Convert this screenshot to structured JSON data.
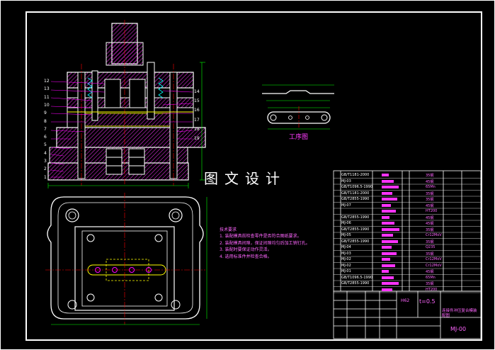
{
  "watermark": "图文设计",
  "process_label": "工序图",
  "tech_notes": {
    "title": "技术要求",
    "items": [
      "1. 装配模具前检查零件是否符合图纸要求。",
      "2. 装配模具间隙，保证间隙均匀后加工销钉孔。",
      "3. 装配时要保证动作灵活。",
      "4. 选用标准件并检查合格。"
    ]
  },
  "title_block": {
    "thickness": "t=0.5",
    "material_code": "H62",
    "drawing_no": "MJ-00",
    "name": "连接件冲压复合模装配图"
  },
  "part_callouts_left": [
    "12",
    "13",
    "11",
    "10",
    "9",
    "8",
    "7",
    "6",
    "5",
    "4",
    "3",
    "2",
    "1"
  ],
  "part_callouts_right": [
    "14",
    "15",
    "16",
    "17",
    "18",
    "19"
  ],
  "bom_rows": [
    {
      "std": "GB/T1181-2000",
      "mat": "35钢"
    },
    {
      "std": "MJ-03",
      "mat": "45钢"
    },
    {
      "std": "GB/T1096.5-1990",
      "mat": "65Mn"
    },
    {
      "std": "GB/T1181-2000",
      "mat": "35钢"
    },
    {
      "std": "GB/T2855-1990",
      "mat": "35钢"
    },
    {
      "std": "MJ-07",
      "mat": "45钢"
    },
    {
      "std": "",
      "mat": "HT200"
    },
    {
      "std": "GB/T2855-1990",
      "mat": "45钢"
    },
    {
      "std": "MJ-06",
      "mat": "45钢"
    },
    {
      "std": "GB/T2855-1990",
      "mat": "35钢"
    },
    {
      "std": "MJ-05",
      "mat": "Cr12MoV"
    },
    {
      "std": "GB/T2855-1990",
      "mat": "35钢"
    },
    {
      "std": "MJ-04",
      "mat": "Q235"
    },
    {
      "std": "MJ-03",
      "mat": "35钢"
    },
    {
      "std": "MJ-02",
      "mat": "Cr12MoV"
    },
    {
      "std": "MJ-02",
      "mat": "Cr12MoV"
    },
    {
      "std": "MJ-01",
      "mat": "45钢"
    },
    {
      "std": "GB/T1096.5-1990",
      "mat": "65Mn"
    },
    {
      "std": "GB/T2855-1990",
      "mat": "35钢"
    },
    {
      "std": "",
      "mat": "HT200"
    }
  ],
  "colors": {
    "frame": "#ffffff",
    "part": "#ff00ff",
    "dimension": "#00ff00",
    "outline": "#ffff00",
    "hatch": "#ff33ff",
    "centerline": "#ff0000",
    "hidden": "#00ffff"
  }
}
